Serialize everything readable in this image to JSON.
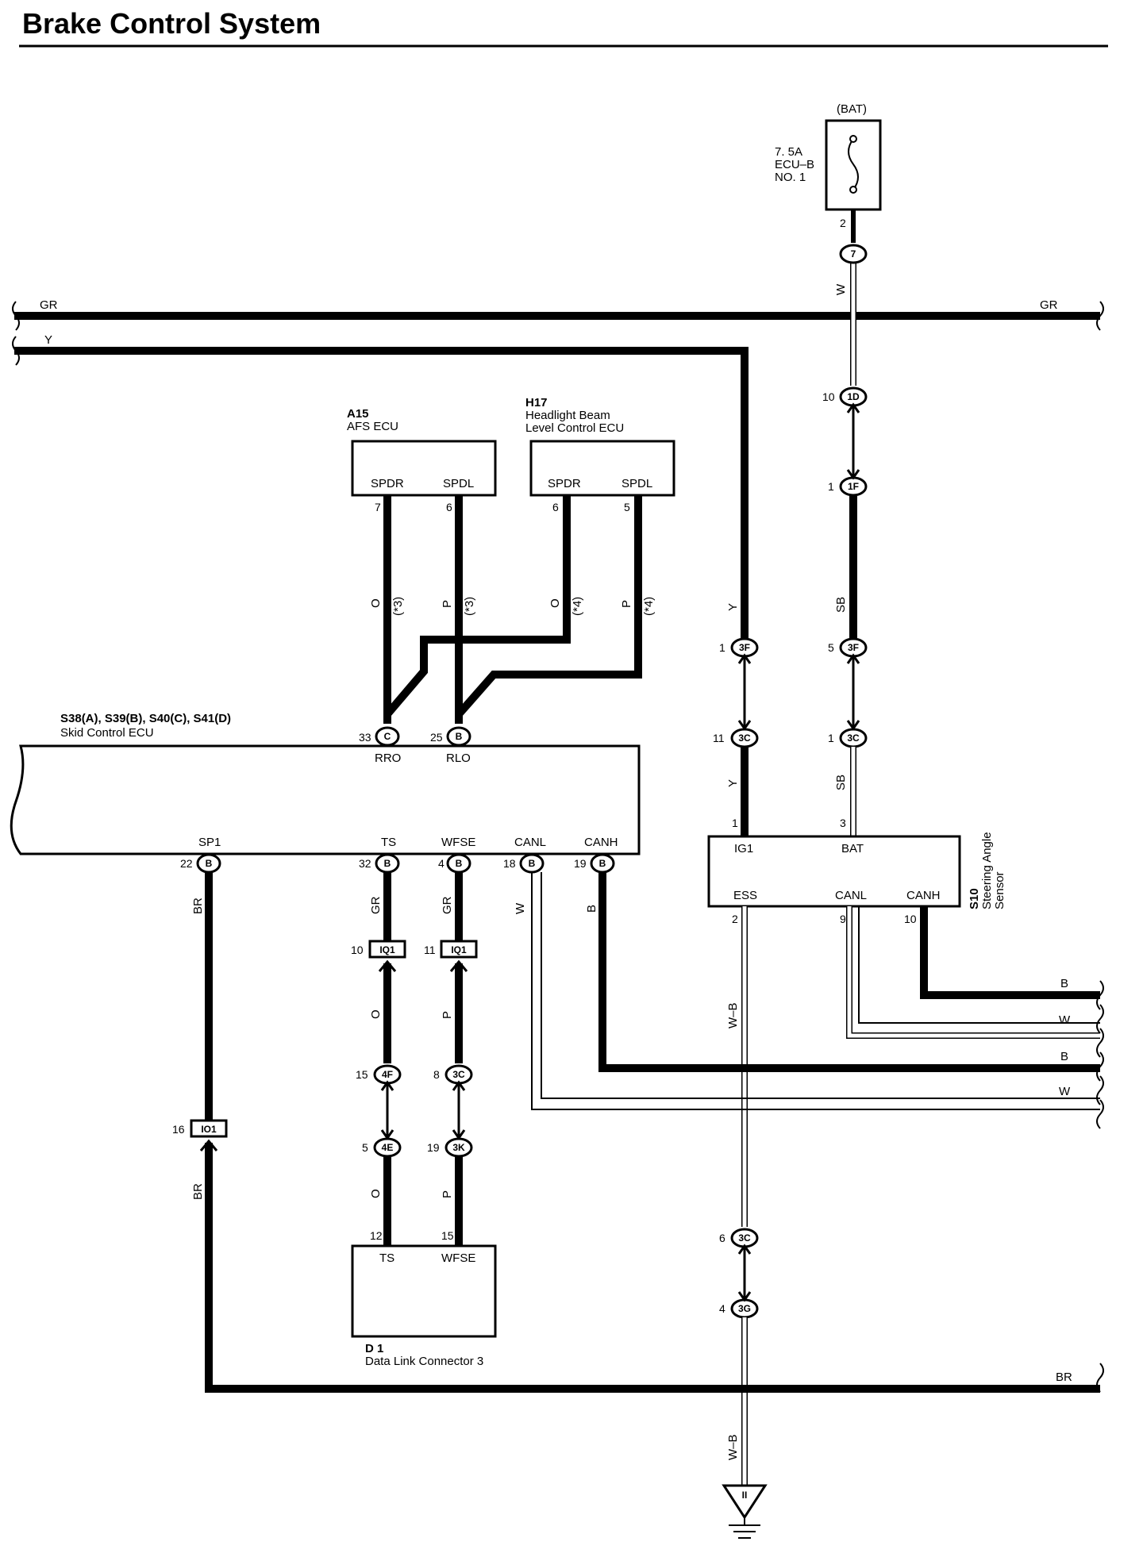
{
  "title": "Brake Control System",
  "components": {
    "fuse": {
      "source": "(BAT)",
      "rating": "7. 5A",
      "name": "ECU–B",
      "number": "NO. 1",
      "pin": "2"
    },
    "afs_ecu": {
      "code": "A15",
      "name": "AFS ECU",
      "term1": "SPDR",
      "term2": "SPDL",
      "pin1": "7",
      "pin2": "6"
    },
    "headlight_ecu": {
      "code": "H17",
      "name1": "Headlight Beam",
      "name2": "Level Control ECU",
      "term1": "SPDR",
      "term2": "SPDL",
      "pin1": "6",
      "pin2": "5"
    },
    "skid_ecu": {
      "code": "S38(A), S39(B), S40(C), S41(D)",
      "name": "Skid Control ECU",
      "t_rro": "RRO",
      "t_rlo": "RLO",
      "t_sp1": "SP1",
      "t_ts": "TS",
      "t_wfse": "WFSE",
      "t_canl": "CANL",
      "t_canh": "CANH"
    },
    "steering_sensor": {
      "code": "S10",
      "name1": "Steering Angle",
      "name2": "Sensor",
      "t_ig1": "IG1",
      "t_bat": "BAT",
      "t_ess": "ESS",
      "t_canl": "CANL",
      "t_canh": "CANH",
      "p_ig1": "1",
      "p_bat": "3",
      "p_ess": "2",
      "p_canl": "9",
      "p_canh": "10"
    },
    "dlc": {
      "code": "D 1",
      "name": "Data Link Connector 3",
      "t_ts": "TS",
      "t_wfse": "WFSE",
      "p_ts": "12",
      "p_wfse": "15"
    }
  },
  "connectors": [
    {
      "code": "7",
      "pin": ""
    },
    {
      "code": "1D",
      "pin": "10"
    },
    {
      "code": "1F",
      "pin": "1"
    },
    {
      "code": "3F",
      "pin": "1"
    },
    {
      "code": "3F",
      "pin": "5"
    },
    {
      "code": "3C",
      "pin": "11"
    },
    {
      "code": "3C",
      "pin": "1"
    },
    {
      "code": "C",
      "pin": "33"
    },
    {
      "code": "B",
      "pin": "25"
    },
    {
      "code": "B",
      "pin": "22"
    },
    {
      "code": "B",
      "pin": "32"
    },
    {
      "code": "B",
      "pin": "4"
    },
    {
      "code": "B",
      "pin": "18"
    },
    {
      "code": "B",
      "pin": "19"
    },
    {
      "code": "IQ1",
      "pin": "10"
    },
    {
      "code": "IQ1",
      "pin": "11"
    },
    {
      "code": "4F",
      "pin": "15"
    },
    {
      "code": "3C",
      "pin": "8"
    },
    {
      "code": "IO1",
      "pin": "16"
    },
    {
      "code": "4E",
      "pin": "5"
    },
    {
      "code": "3K",
      "pin": "19"
    },
    {
      "code": "3C",
      "pin": "6"
    },
    {
      "code": "3G",
      "pin": "4"
    }
  ],
  "wire_colors": {
    "gr": "GR",
    "y": "Y",
    "w": "W",
    "sb": "SB",
    "o": "O",
    "p": "P",
    "br": "BR",
    "b": "B",
    "wb": "W–B",
    "note3": "(*3)",
    "note4": "(*4)"
  },
  "ground_mark": "II"
}
